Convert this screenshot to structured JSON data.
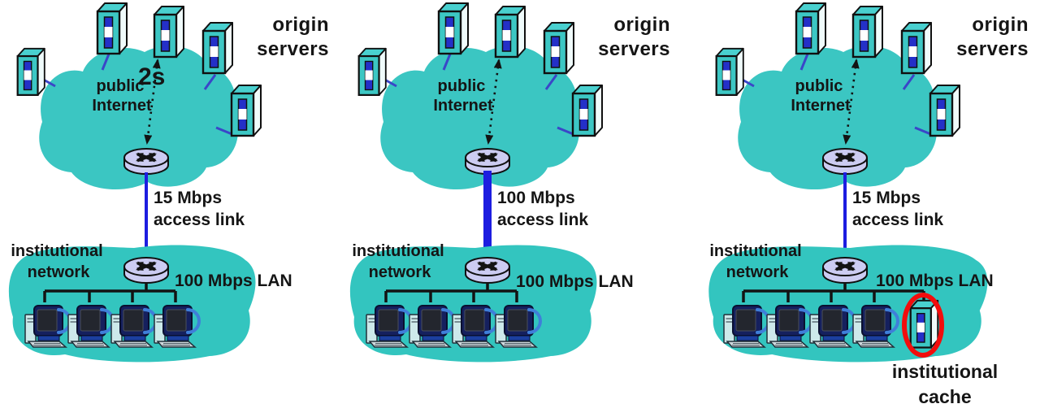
{
  "colors": {
    "cloud_teal": "#3bc6c2",
    "institutional_teal": "#33c5bf",
    "link_blue": "#1d1de0",
    "annotation_red": "#f20d0d",
    "router_lavender": "#ccccf2"
  },
  "icons": {
    "origin_server": "server-box-icon",
    "router": "router-crossed-arrows-icon",
    "workstation": "desktop-pc-icon",
    "cache_server": "server-box-icon"
  },
  "panels": [
    {
      "origin_servers_label": [
        "origin",
        "servers"
      ],
      "cloud_label": [
        "public",
        "Internet"
      ],
      "delay_annotation": "2s",
      "access_link_label": [
        "15 Mbps",
        "access link"
      ],
      "access_link_label_color": "#161616",
      "institutional_label": [
        "institutional",
        "network"
      ],
      "lan_label": "100 Mbps LAN"
    },
    {
      "origin_servers_label": [
        "origin",
        "servers"
      ],
      "cloud_label": [
        "public",
        "Internet"
      ],
      "access_link_label": [
        "100 Mbps",
        "access link"
      ],
      "access_link_label_color": "#4040cc",
      "institutional_label": [
        "institutional",
        "network"
      ],
      "lan_label": "100 Mbps LAN"
    },
    {
      "origin_servers_label": [
        "origin",
        "servers"
      ],
      "cloud_label": [
        "public",
        "Internet"
      ],
      "access_link_label": [
        "15 Mbps",
        "access link"
      ],
      "access_link_label_color": "#161616",
      "institutional_label": [
        "institutional",
        "network"
      ],
      "lan_label": "100 Mbps LAN",
      "cache_label": [
        "institutional",
        "cache"
      ]
    }
  ]
}
